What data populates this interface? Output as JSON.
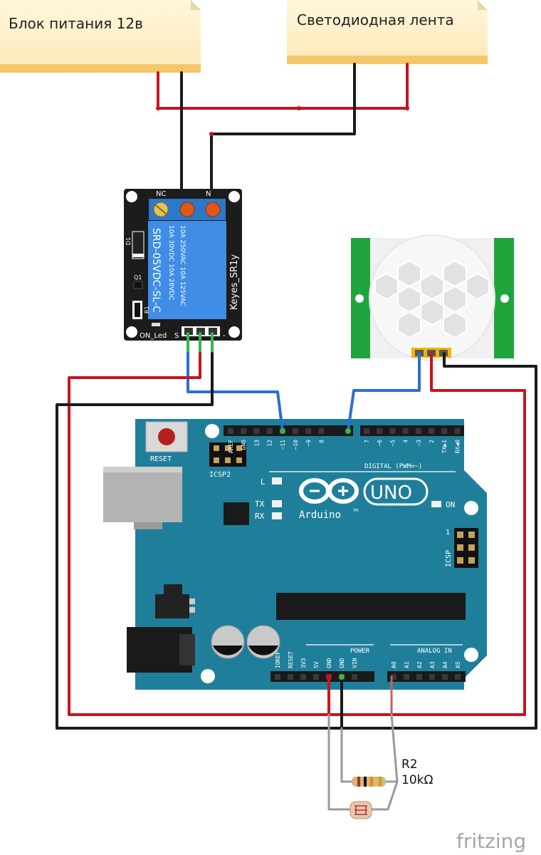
{
  "notes": {
    "power_supply": "Блок питания 12в",
    "led_strip": "Светодиодная лента"
  },
  "relay": {
    "nc": "NC",
    "no": "N",
    "model": "SRD-05VDC-SL-C",
    "rating_1": "10A 250VAC  10A 125VAC",
    "rating_2": "10A 30VDC  10A 28VDC",
    "brand": "Keyes_SR1y",
    "d1": "D1",
    "q1": "Q1",
    "r1": "R1",
    "on_led": "ON_Led",
    "s": "S",
    "minus": "-"
  },
  "arduino": {
    "reset": "RESET",
    "icsp2": "ICSP2",
    "icsp": "ICSP",
    "icsp_pin1": "1",
    "l": "L",
    "tx": "TX",
    "rx": "RX",
    "on": "ON",
    "uno": "UNO",
    "brand": "Arduino",
    "tm": "TM",
    "digital": "DIGITAL (PWM=~)",
    "power": "POWER",
    "analog": "ANALOG IN",
    "top_pins": [
      "AREF",
      "GND",
      "13",
      "12",
      "~11",
      "~10",
      "~9",
      "8",
      "7",
      "~6",
      "~5",
      "4",
      "~3",
      "2",
      "TX▶1",
      "RX◀0"
    ],
    "power_pins": [
      "IOREF",
      "RESET",
      "3V3",
      "5V",
      "GND",
      "GND",
      "VIN"
    ],
    "analog_pins": [
      "A0",
      "A1",
      "A2",
      "A3",
      "A4",
      "A5"
    ]
  },
  "resistor": {
    "name": "R2",
    "value": "10kΩ"
  },
  "watermark": "fritzing",
  "colors": {
    "board": "#1f7f9b",
    "wire_red": "#c8141e",
    "wire_black": "#1a1a1a",
    "wire_blue": "#2a6fd0",
    "wire_green": "#3bb54a",
    "note": "#fdf0c9",
    "pir_green": "#1fa53c"
  }
}
